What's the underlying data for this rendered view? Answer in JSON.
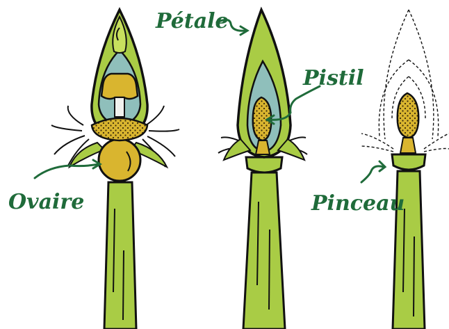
{
  "labels": {
    "petale": "Pétale",
    "pistil": "Pistil",
    "ovaire": "Ovaire",
    "pinceau": "Pinceau"
  },
  "colors": {
    "stem": "#a9cc45",
    "stem_light": "#c8e05e",
    "outline": "#111111",
    "inner": "#8fbfbb",
    "pollen": "#d9b52f",
    "label_green": "#1f6b3a"
  },
  "stages": [
    "bud-cross-section",
    "opening-flower",
    "open-flower-brush"
  ]
}
